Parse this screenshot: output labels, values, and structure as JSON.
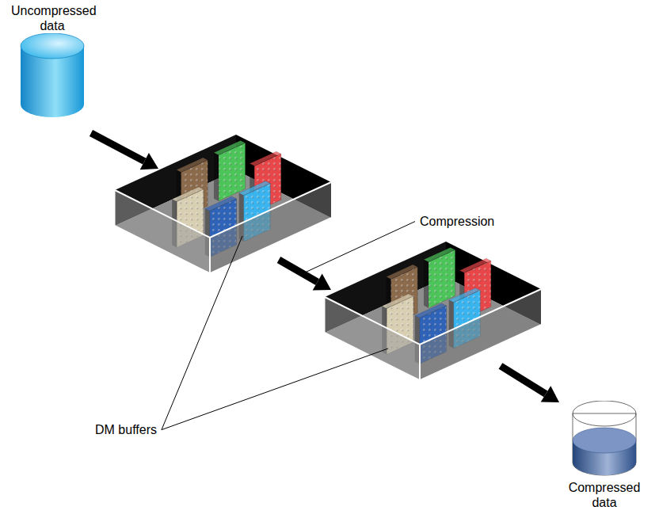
{
  "diagram": {
    "nodes": [
      {
        "text": [
          "Uncompressed data"
        ]
      },
      {
        "text": [
          "Compressed data"
        ]
      }
    ],
    "labels": [
      "Compression",
      "DM buffers"
    ]
  }
}
